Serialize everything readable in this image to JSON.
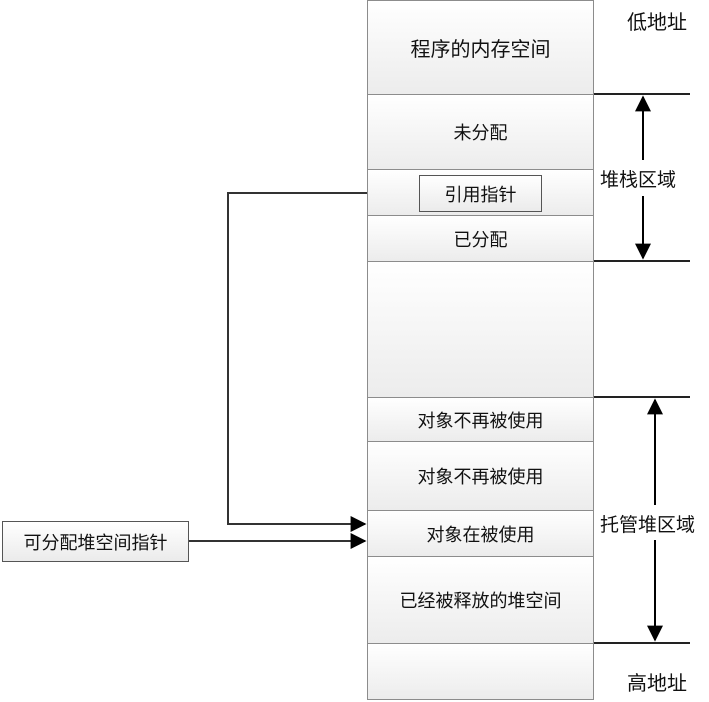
{
  "memory": {
    "program_space": "程序的内存空间",
    "unallocated": "未分配",
    "allocated": "已分配",
    "obj_unused_1": "对象不再被使用",
    "obj_unused_2": "对象不再被使用",
    "obj_in_use": "对象在被使用",
    "freed_heap": "已经被释放的堆空间"
  },
  "pointers": {
    "reference_pointer": "引用指针",
    "heap_alloc_pointer": "可分配堆空间指针"
  },
  "labels": {
    "low_address": "低地址",
    "high_address": "高地址",
    "stack_region": "堆栈区域",
    "managed_heap_region": "托管堆区域"
  }
}
